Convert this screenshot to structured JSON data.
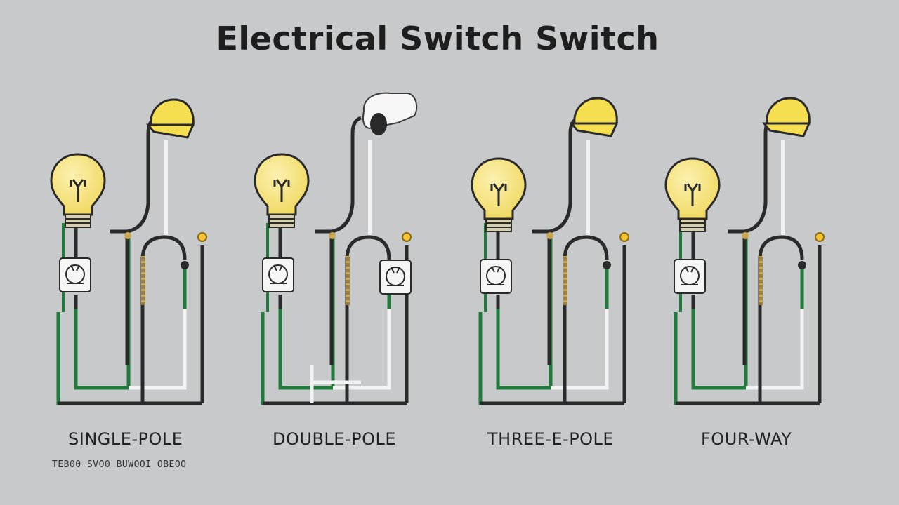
{
  "title": "Electrical Switch Switch",
  "colors": {
    "background": "#c8c9ca",
    "bulb_yellow": "#f5e27a",
    "wire_black": "#2a2a2a",
    "wire_green": "#1f7a3c",
    "wire_white": "#f2f2f2",
    "wire_brass": "#b58a2e"
  },
  "panels": [
    {
      "label": "SINGLE-POLE",
      "icons": [
        "light-bulb-icon",
        "ceiling-lamp-icon",
        "wall-switch-icon"
      ]
    },
    {
      "label": "DOUBLE-POLE",
      "icons": [
        "light-bulb-icon",
        "ceiling-lamp-icon",
        "wall-switch-icon"
      ]
    },
    {
      "label": "THREE-E-POLE",
      "icons": [
        "light-bulb-icon",
        "ceiling-lamp-icon",
        "wall-switch-icon"
      ]
    },
    {
      "label": "FOUR-WAY",
      "icons": [
        "light-bulb-icon",
        "ceiling-lamp-icon",
        "wall-switch-icon"
      ]
    }
  ],
  "footnote": "TEB00 SVO0 BUWOOI OBEOO"
}
